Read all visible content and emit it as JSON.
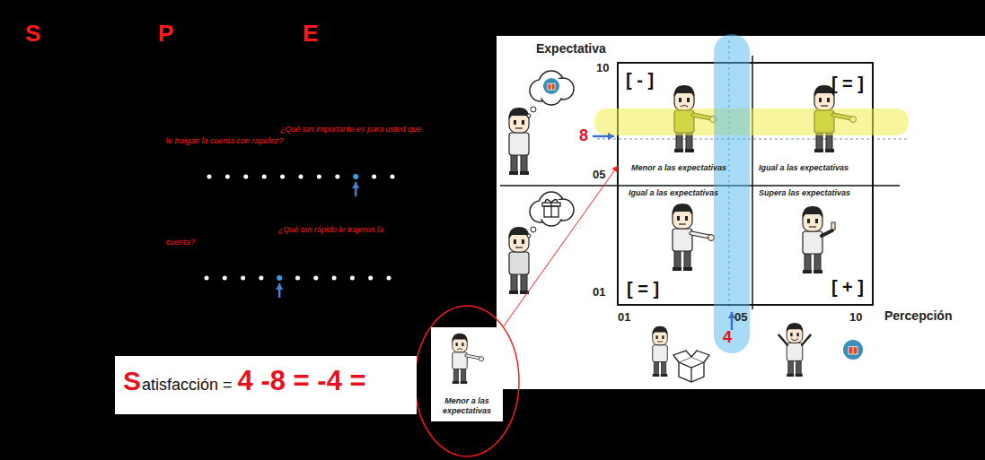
{
  "diagram": {
    "nodes": [
      {
        "text": [
          "Expectativa",
          "Percepción"
        ]
      },
      {
        "text": [
          "[ - ]",
          "Menor a las expectativas"
        ],
        "in": 0
      },
      {
        "text": [
          "[ = ]",
          "Igual a las expectativas"
        ],
        "in": 0
      },
      {
        "text": [
          "Igual a las expectativas",
          "[ = ]"
        ],
        "in": 0
      },
      {
        "text": [
          "Supera las expectativas",
          "[ + ]"
        ],
        "in": 0
      },
      {
        "text": [
          "S",
          "atisfacción =",
          "4 -8 = -4 ="
        ]
      },
      {
        "text": [
          "Menor a las expectativas"
        ]
      }
    ],
    "edges": [
      {
        "from": 6,
        "to": 1,
        "arrow": "to"
      }
    ],
    "labels": [
      "S",
      "P",
      "E",
      "¿Qué tan importante es para usted que le traigan la cuenta con rapidez?",
      "¿Qué tan rápido le trajeron la cuenta?",
      "10",
      "05",
      "01",
      "01",
      "05",
      "10",
      "8",
      "4"
    ]
  }
}
